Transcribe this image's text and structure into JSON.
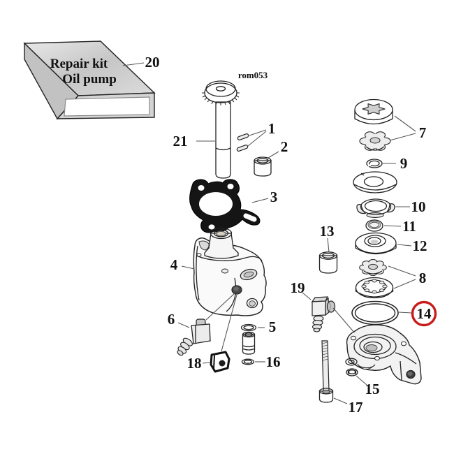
{
  "watermark": "rom053",
  "kit_box": {
    "line1": "Repair kit",
    "line2": "Oil pump"
  },
  "colors": {
    "highlight": "#c81c1c",
    "ink": "#1a1a1a"
  },
  "highlighted_part": "14",
  "parts": {
    "p1": "1",
    "p2": "2",
    "p3": "3",
    "p4": "4",
    "p5": "5",
    "p6": "6",
    "p7": "7",
    "p8": "8",
    "p9": "9",
    "p10": "10",
    "p11": "11",
    "p12": "12",
    "p13": "13",
    "p14": "14",
    "p15": "15",
    "p16": "16",
    "p17": "17",
    "p18": "18",
    "p19": "19",
    "p20": "20",
    "p21": "21"
  }
}
